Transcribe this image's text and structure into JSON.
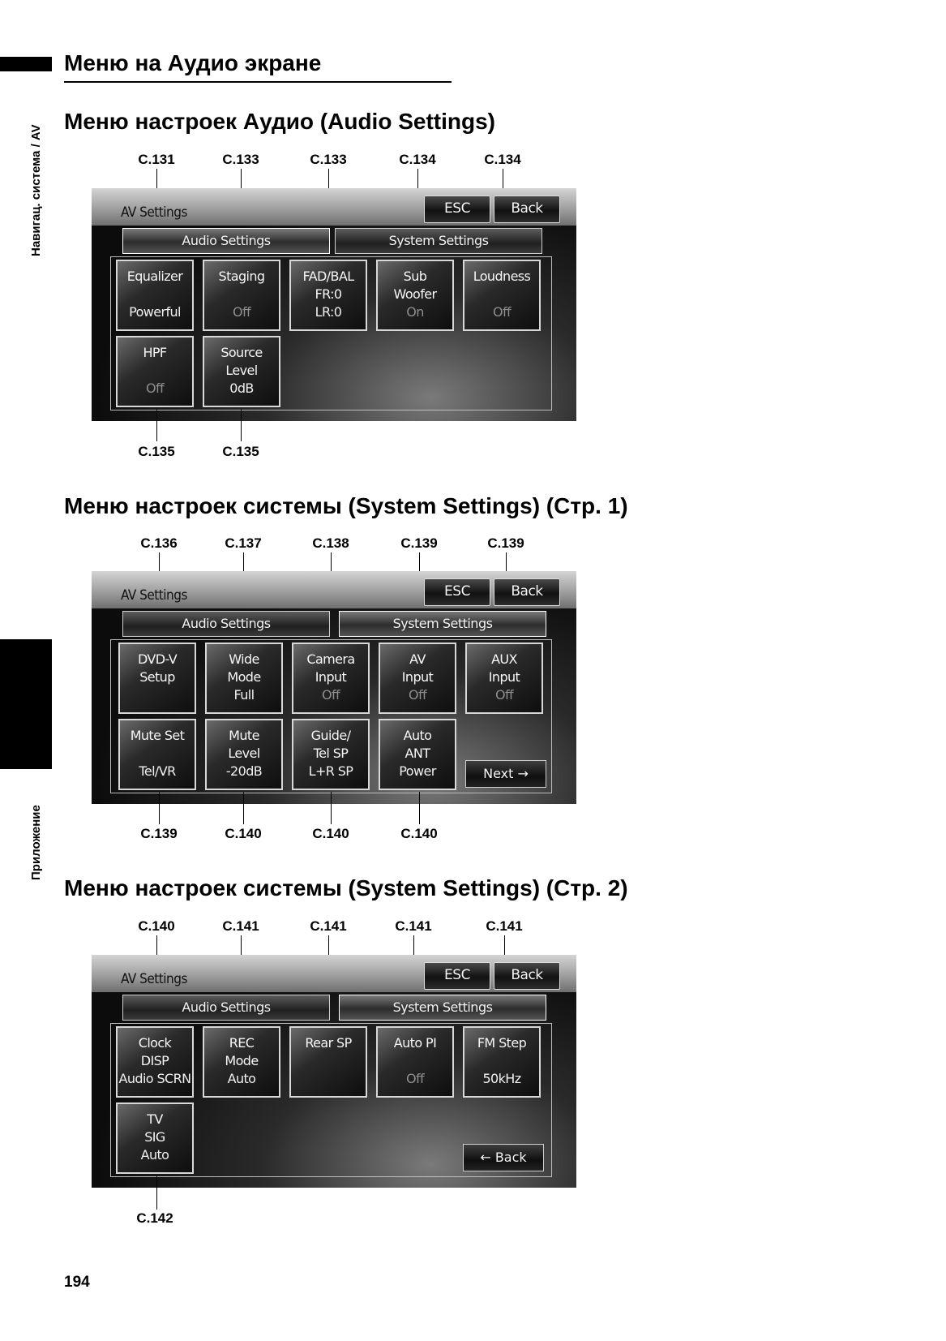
{
  "side_tab_top": "Навигац. система / AV",
  "side_tab_bottom": "Приложение",
  "page_title": "Меню на Аудио экране",
  "page_number": "194",
  "screen_common": {
    "av_title": "AV Settings",
    "esc_label": "ESC",
    "back_label": "Back",
    "tab_audio": "Audio Settings",
    "tab_system": "System Settings"
  },
  "sections": [
    {
      "heading": "Меню настроек Аудио (Audio Settings)",
      "refs_top": [
        "С.131",
        "С.133",
        "С.133",
        "С.134",
        "С.134"
      ],
      "refs_bottom": [
        "С.135",
        "С.135"
      ],
      "cells": [
        {
          "l1": "Equalizer",
          "l2": "",
          "l3": "Powerful"
        },
        {
          "l1": "Staging",
          "l2": "",
          "l3": "Off"
        },
        {
          "l1": "FAD/BAL",
          "l2": "FR:0",
          "l3": "LR:0"
        },
        {
          "l1": "Sub",
          "l2": "Woofer",
          "l3": "On"
        },
        {
          "l1": "Loudness",
          "l2": "",
          "l3": "Off"
        },
        {
          "l1": "HPF",
          "l2": "",
          "l3": "Off"
        },
        {
          "l1": "Source",
          "l2": "Level",
          "l3": "0dB"
        }
      ]
    },
    {
      "heading": "Меню настроек системы (System Settings) (Стр. 1)",
      "refs_top": [
        "С.136",
        "С.137",
        "С.138",
        "С.139",
        "С.139"
      ],
      "refs_bottom": [
        "С.139",
        "С.140",
        "С.140",
        "С.140"
      ],
      "cells": [
        {
          "l1": "DVD-V",
          "l2": "Setup",
          "l3": ""
        },
        {
          "l1": "Wide",
          "l2": "Mode",
          "l3": "Full"
        },
        {
          "l1": "Camera",
          "l2": "Input",
          "l3": "Off"
        },
        {
          "l1": "AV",
          "l2": "Input",
          "l3": "Off"
        },
        {
          "l1": "AUX",
          "l2": "Input",
          "l3": "Off"
        },
        {
          "l1": "Mute Set",
          "l2": "",
          "l3": "Tel/VR"
        },
        {
          "l1": "Mute",
          "l2": "Level",
          "l3": "-20dB"
        },
        {
          "l1": "Guide/",
          "l2": "Tel SP",
          "l3": "L+R SP"
        },
        {
          "l1": "Auto",
          "l2": "ANT",
          "l3": "Power"
        }
      ],
      "nav_label": "Next →"
    },
    {
      "heading": "Меню настроек системы (System Settings) (Стр. 2)",
      "refs_top": [
        "С.140",
        "С.141",
        "С.141",
        "С.141",
        "С.141"
      ],
      "refs_bottom": [
        "С.142"
      ],
      "cells": [
        {
          "l1": "Clock",
          "l2": "DISP",
          "l3": "Audio SCRN"
        },
        {
          "l1": "REC",
          "l2": "Mode",
          "l3": "Auto"
        },
        {
          "l1": "Rear SP",
          "l2": "",
          "l3": ""
        },
        {
          "l1": "Auto PI",
          "l2": "",
          "l3": "Off"
        },
        {
          "l1": "FM Step",
          "l2": "",
          "l3": "50kHz"
        },
        {
          "l1": "TV",
          "l2": "SIG",
          "l3": "Auto"
        }
      ],
      "nav_label": "← Back"
    }
  ]
}
